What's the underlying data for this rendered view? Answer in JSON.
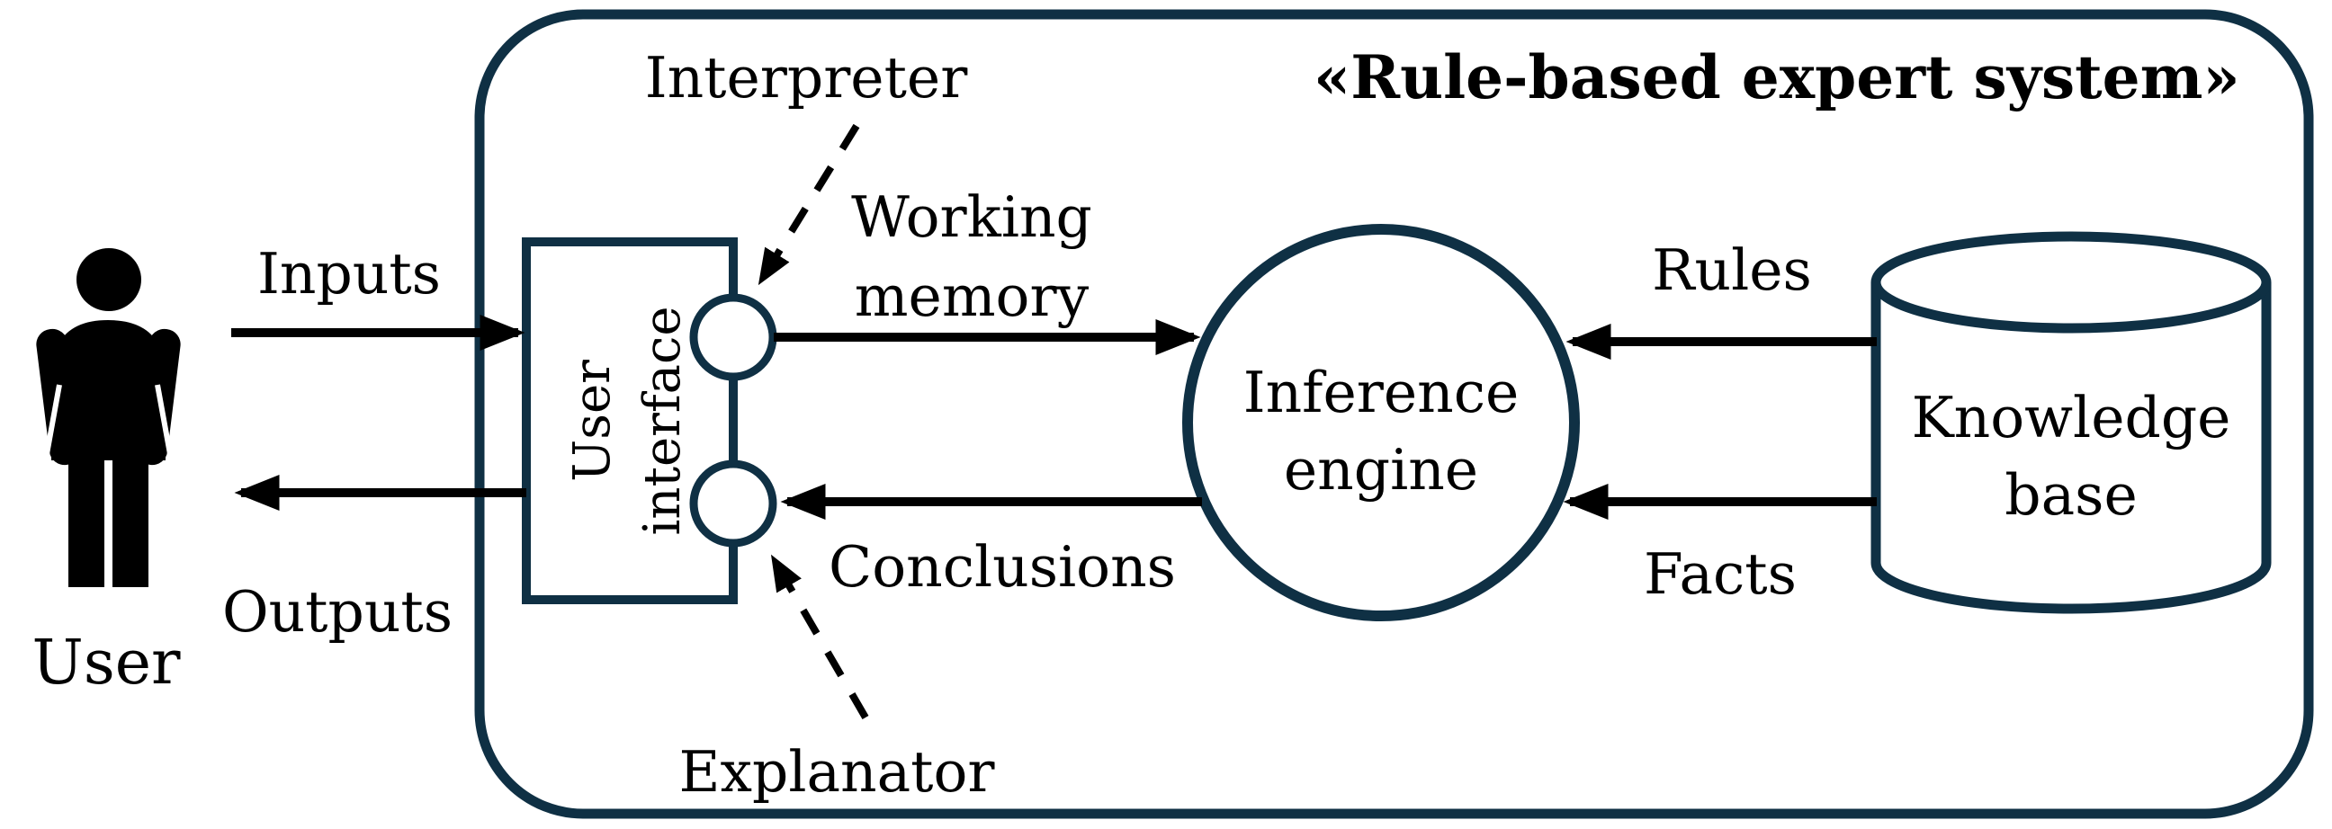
{
  "diagram": {
    "title": "«Rule-based expert system»",
    "background": "#ffffff",
    "outline_color": "#0f3044",
    "arrow_color": "#000000",
    "text_color": "#000000",
    "nodes": {
      "user": {
        "label": "User"
      },
      "user_interface": {
        "line1": "User",
        "line2": "interface"
      },
      "inference_engine": {
        "line1": "Inference",
        "line2": "engine"
      },
      "knowledge_base": {
        "line1": "Knowledge",
        "line2": "base"
      }
    },
    "annotations": {
      "interpreter": "Interpreter",
      "explanator": "Explanator"
    },
    "flows": {
      "inputs": "Inputs",
      "outputs": "Outputs",
      "working_memory_line1": "Working",
      "working_memory_line2": "memory",
      "conclusions": "Conclusions",
      "rules": "Rules",
      "facts": "Facts"
    }
  }
}
